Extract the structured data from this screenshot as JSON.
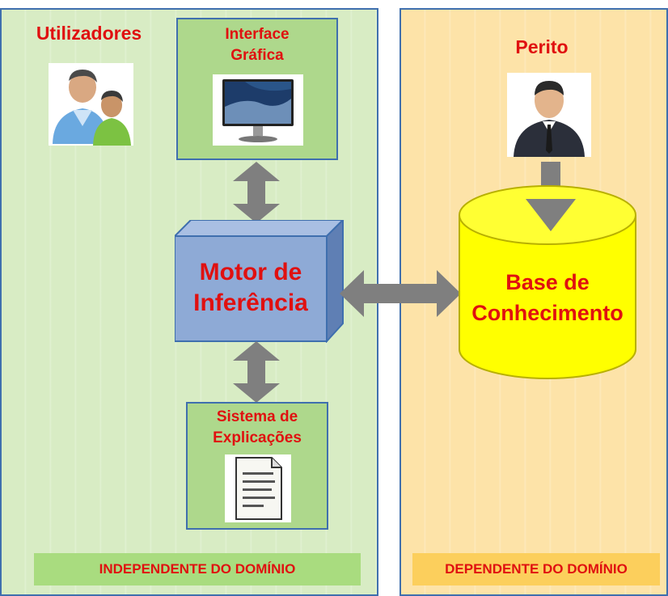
{
  "left_panel": {
    "users_label": "Utilizadores",
    "interface_label": "Interface\nGráfica",
    "engine_label": "Motor de\nInferência",
    "explanations_label": "Sistema de\nExplicações",
    "footer": "INDEPENDENTE DO DOMÍNIO"
  },
  "right_panel": {
    "expert_label": "Perito",
    "knowledge_base_label": "Base de\nConhecimento",
    "footer": "DEPENDENTE DO DOMÍNIO"
  },
  "colors": {
    "left_bg": "#d8ecc4",
    "right_bg": "#fde3a8",
    "engine_blue": "#8eaad6",
    "cylinder_yellow": "#ffff00",
    "arrow_gray": "#7f7f7f",
    "label_red": "#e01010",
    "border_blue": "#3f6fae"
  },
  "icons": [
    "users-icon",
    "monitor-icon",
    "document-icon",
    "businessman-icon"
  ]
}
